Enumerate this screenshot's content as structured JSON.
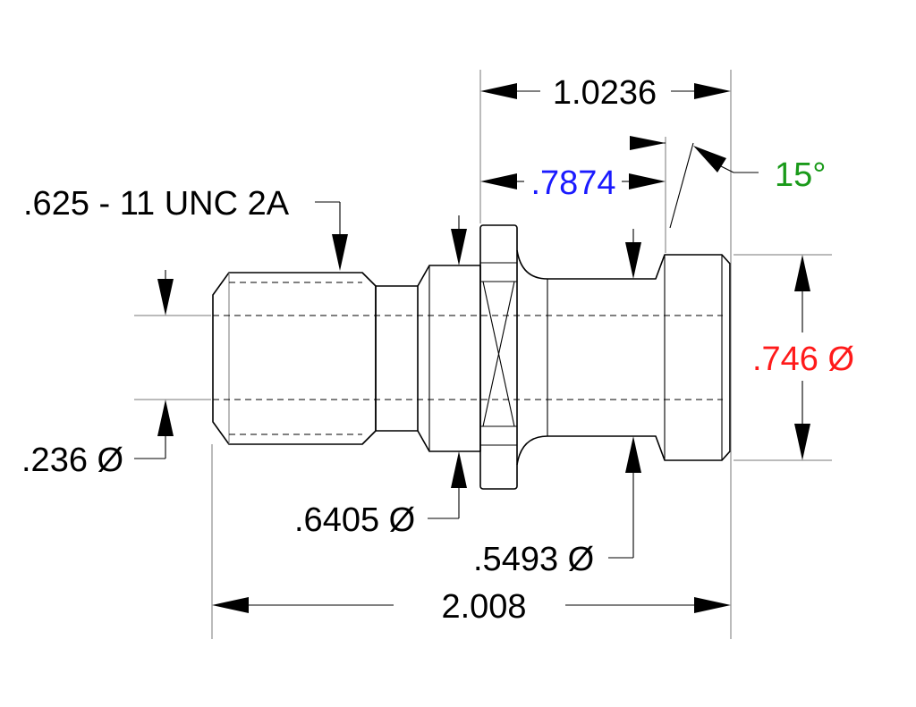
{
  "drawing": {
    "dimensions": {
      "overall_length": "2.008",
      "flange_to_end": "1.0236",
      "neck_to_end": ".7874",
      "angle": "15°",
      "head_diameter": ".746 Ø",
      "thread_spec": ".625 - 11 UNC 2A",
      "bore_diameter": ".236 Ø",
      "shoulder_diameter": ".6405 Ø",
      "neck_diameter": ".5493 Ø"
    },
    "colors": {
      "default": "#000000",
      "neck_to_end": "#1a1aff",
      "angle": "#1a9a1a",
      "head_diameter": "#ff1a1a"
    }
  }
}
